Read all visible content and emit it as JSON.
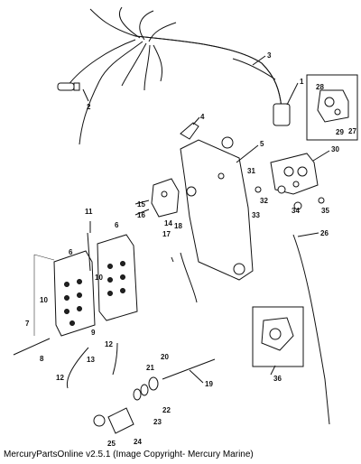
{
  "footer": {
    "text": "MercuryPartsOnline v2.5.1 (Image Copyright- Mercury Marine)"
  },
  "callouts": {
    "c1": "1",
    "c2": "2",
    "c3": "3",
    "c4": "4",
    "c5": "5",
    "c6a": "6",
    "c6b": "6",
    "c7": "7",
    "c8": "8",
    "c9": "9",
    "c10a": "10",
    "c10b": "10",
    "c11": "11",
    "c12a": "12",
    "c12b": "12",
    "c13": "13",
    "c14": "14",
    "c15": "15",
    "c16": "16",
    "c17": "17",
    "c18": "18",
    "c19": "19",
    "c20": "20",
    "c21": "21",
    "c22": "22",
    "c23": "23",
    "c24": "24",
    "c25": "25",
    "c26": "26",
    "c27": "27",
    "c28": "28",
    "c29": "29",
    "c30": "30",
    "c31": "31",
    "c32": "32",
    "c33": "33",
    "c34": "34",
    "c35": "35",
    "c36": "36"
  }
}
